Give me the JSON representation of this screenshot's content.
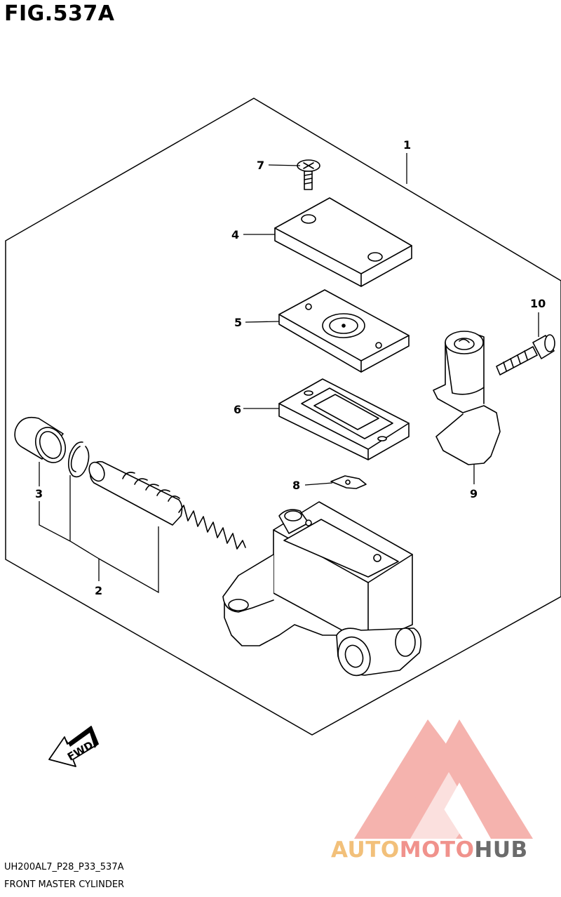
{
  "figure": {
    "title": "FIG.537A"
  },
  "callouts": {
    "c1": "1",
    "c2": "2",
    "c3": "3",
    "c4": "4",
    "c5": "5",
    "c6": "6",
    "c7": "7",
    "c8": "8",
    "c9": "9",
    "c10": "10"
  },
  "direction_marker": {
    "label": "FWD"
  },
  "footer": {
    "code": "UH200AL7_P28_P33_537A",
    "name": "FRONT MASTER CYLINDER"
  },
  "watermark": {
    "part1": "AUTO",
    "part2": "MOTO",
    "part3": "HUB",
    "colors": {
      "auto": "#f2c07a",
      "moto": "#f0928c",
      "hub": "#6b6b6b",
      "logo": "#f29a94"
    }
  }
}
